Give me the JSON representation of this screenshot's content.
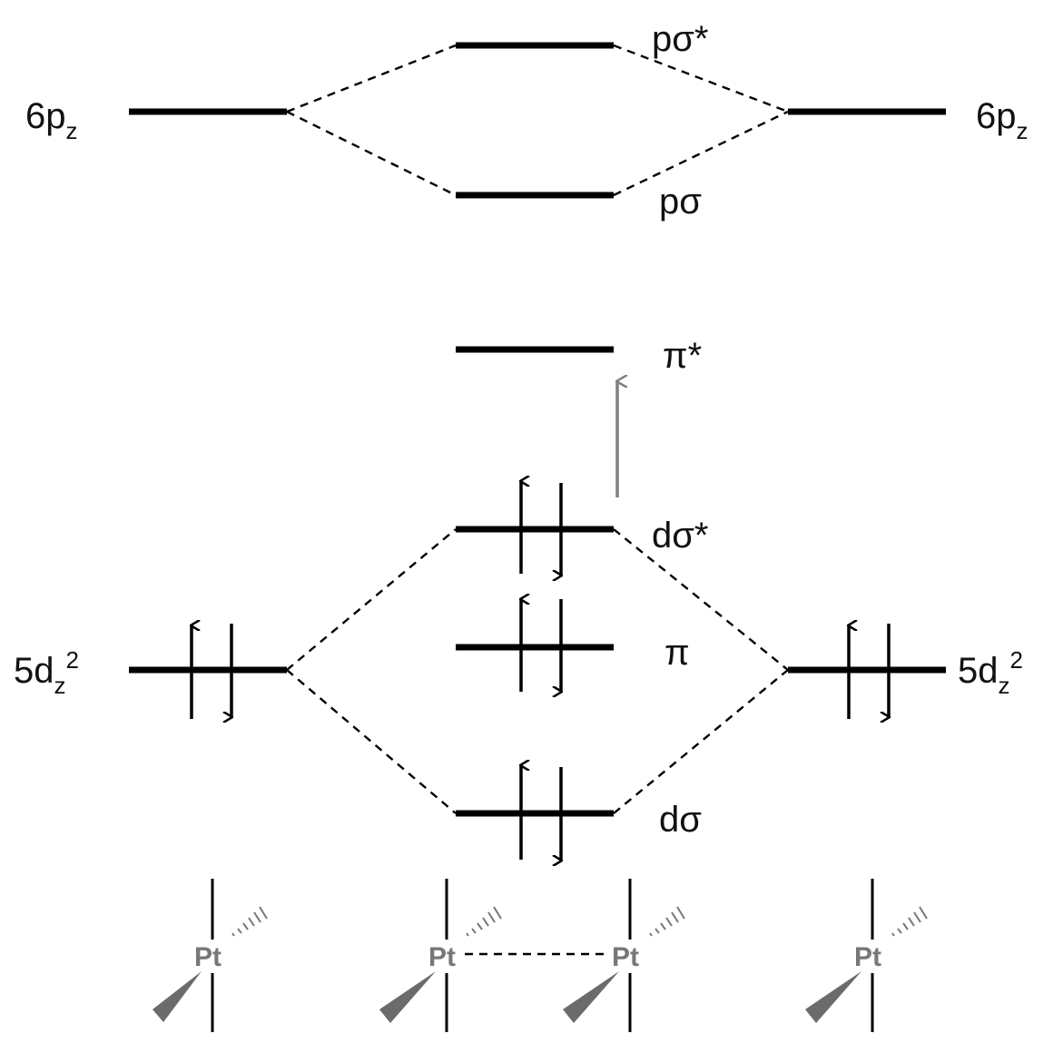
{
  "diagram": {
    "atomic_orbitals": {
      "p_left": {
        "main": "6p",
        "sub": "z"
      },
      "p_right": {
        "main": "6p",
        "sub": "z"
      },
      "d_left": {
        "main": "5d",
        "sub": "z",
        "sup": "2"
      },
      "d_right": {
        "main": "5d",
        "sub": "z",
        "sup": "2"
      }
    },
    "molecular_orbitals": {
      "p_sigma_star": "pσ*",
      "p_sigma": "pσ",
      "pi_star": "π*",
      "d_sigma_star": "dσ*",
      "pi": "π",
      "d_sigma": "dσ"
    },
    "atoms": {
      "pt1": "Pt",
      "pt2": "Pt",
      "pt3": "Pt",
      "pt4": "Pt"
    },
    "colors": {
      "lines": "#000000",
      "transition_arrow": "#808080",
      "pt_label": "#777777",
      "wedge": "#6b6b6b"
    }
  }
}
